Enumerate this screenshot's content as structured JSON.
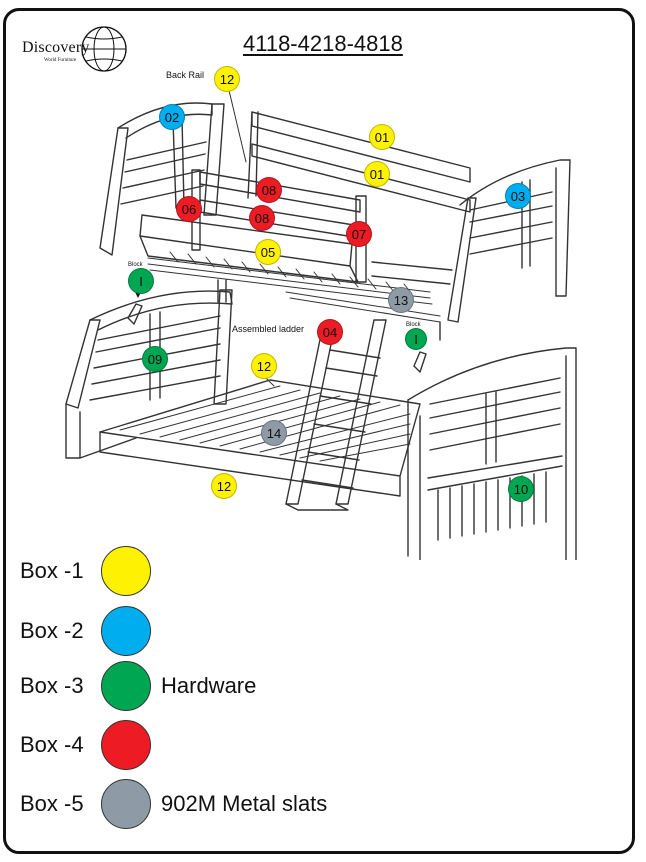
{
  "header": {
    "logo_text": "Discovery",
    "logo_sub": "World Furniture",
    "model_number": "4118-4218-4818"
  },
  "colors": {
    "box1": "#FFF200",
    "box2": "#00AEEF",
    "box3": "#00A651",
    "box4": "#ED1C24",
    "box5": "#8E9BA6",
    "line": "#333333"
  },
  "callouts": {
    "back_rail": "Back Rail",
    "block_left": "Block",
    "block_right": "Block",
    "block_symbol": "I",
    "assembled_ladder": "Assembled ladder"
  },
  "parts": [
    {
      "id": "12",
      "box": "box1"
    },
    {
      "id": "02",
      "box": "box2"
    },
    {
      "id": "01",
      "box": "box1"
    },
    {
      "id": "01",
      "box": "box1"
    },
    {
      "id": "03",
      "box": "box2"
    },
    {
      "id": "08",
      "box": "box4"
    },
    {
      "id": "06",
      "box": "box4"
    },
    {
      "id": "08",
      "box": "box4"
    },
    {
      "id": "07",
      "box": "box4"
    },
    {
      "id": "05",
      "box": "box1"
    },
    {
      "id": "13",
      "box": "box5"
    },
    {
      "id": "04",
      "box": "box4"
    },
    {
      "id": "09",
      "box": "box3"
    },
    {
      "id": "12",
      "box": "box1"
    },
    {
      "id": "14",
      "box": "box5"
    },
    {
      "id": "12",
      "box": "box1"
    },
    {
      "id": "10",
      "box": "box3"
    }
  ],
  "legend": [
    {
      "label": "Box -1",
      "box": "box1",
      "note": ""
    },
    {
      "label": "Box -2",
      "box": "box2",
      "note": ""
    },
    {
      "label": "Box -3",
      "box": "box3",
      "note": "Hardware"
    },
    {
      "label": "Box -4",
      "box": "box4",
      "note": ""
    },
    {
      "label": "Box -5",
      "box": "box5",
      "note": "902M Metal slats"
    }
  ]
}
